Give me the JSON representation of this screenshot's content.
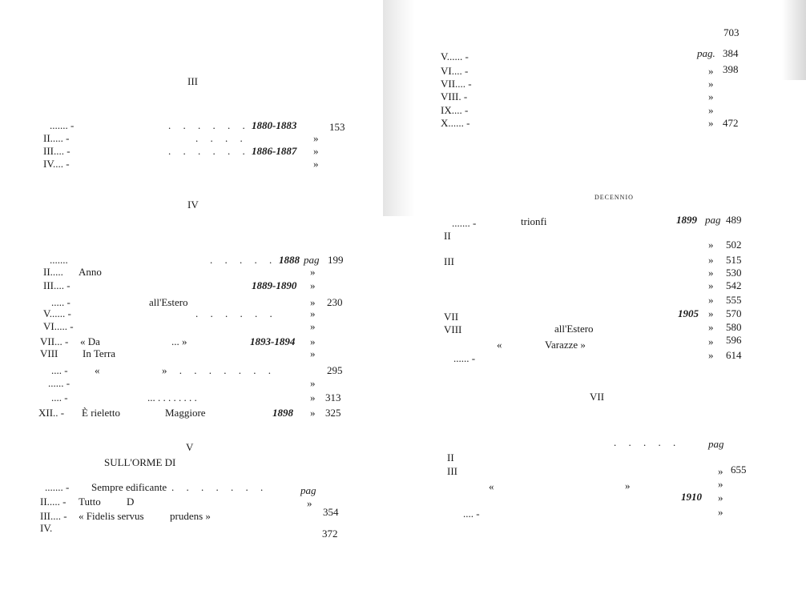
{
  "page_number": "703",
  "left_page": {
    "sec3": {
      "heading": "III",
      "rows": [
        {
          "label": "....... -",
          "dots": ". . . . . .",
          "years": "1880-1883",
          "page": "153"
        },
        {
          "label": "II..... -",
          "dots": ". . . .",
          "marker": "»"
        },
        {
          "label": "III.... -",
          "dots": ". . . . . .",
          "years": "1886-1887",
          "marker": "»"
        },
        {
          "label": "IV.... -",
          "marker": "»"
        }
      ]
    },
    "sec4": {
      "heading": "IV",
      "rows": [
        {
          "label": ".......",
          "dots": ". . . . .",
          "years": "1888",
          "pag": "pag",
          "page": "199"
        },
        {
          "label": "II.....",
          "text": "Anno",
          "marker": "»"
        },
        {
          "label": "III.... -",
          "years": "1889-1890",
          "marker": "»"
        },
        {
          "label": "..... -",
          "text": "all'Estero",
          "marker": "»",
          "page": "230"
        },
        {
          "label": "V...... -",
          "dots": ". . . . . .",
          "marker": "»"
        },
        {
          "label": "VI..... -",
          "marker": "»"
        },
        {
          "label": "VII... -",
          "text": "« Da",
          "dots": "... »",
          "years": "1893-1894",
          "marker": "»"
        },
        {
          "label": "VIII",
          "text": "In Terra",
          "marker": "»"
        },
        {
          "label": ".... -",
          "text": "«",
          "dots": "» . . . . . . .",
          "page": "295"
        },
        {
          "label": "...... -",
          "marker": "»"
        },
        {
          "label": ".... -",
          "dots": "... . . . . . . . .",
          "marker": "»",
          "page": "313"
        },
        {
          "label": "XII.. -",
          "text": "È rieletto",
          "text2": "Maggiore",
          "years": "1898",
          "marker": "»",
          "page": "325"
        }
      ]
    },
    "sec5": {
      "heading": "V",
      "title": "SULL'ORME DI",
      "rows": [
        {
          "label": "....... -",
          "text": "Sempre edificante",
          "dots": ". . . . . . .",
          "pag": "pag"
        },
        {
          "label": "II..... -",
          "text": "Tutto",
          "text2": "D",
          "marker": "»"
        },
        {
          "label": "III.... -",
          "text": "« Fidelis servus",
          "text2": "prudens »",
          "page": "354"
        },
        {
          "label": "IV.",
          "page": "372"
        }
      ]
    }
  },
  "right_page": {
    "sec6": {
      "rows": [
        {
          "label": "V...... -",
          "pag": "pag.",
          "page": "384"
        },
        {
          "label": "VI.... -",
          "marker": "»",
          "page": "398"
        },
        {
          "label": "VII.... -",
          "marker": "»"
        },
        {
          "label": "VIII. -",
          "marker": "»"
        },
        {
          "label": "IX.... -",
          "marker": "»"
        },
        {
          "label": "X...... -",
          "marker": "»",
          "page": "472"
        }
      ]
    },
    "decennio": {
      "heading": "DECENNIO",
      "rows": [
        {
          "label": "....... -",
          "text": "trionfi",
          "years": "1899",
          "pag": "pag",
          "page": "489"
        },
        {
          "label": "II"
        },
        {
          "label": "",
          "marker": "»",
          "page": "502"
        },
        {
          "label": "III",
          "marker": "»",
          "page": "515"
        },
        {
          "label": "",
          "marker": "»",
          "page": "530"
        },
        {
          "label": "",
          "marker": "»",
          "page": "542"
        },
        {
          "label": "",
          "marker": "»",
          "page": "555"
        },
        {
          "label": "VII",
          "years": "1905",
          "marker": "»",
          "page": "570"
        },
        {
          "label": "VIII",
          "text": "all'Estero",
          "marker": "»",
          "page": "580"
        },
        {
          "label": "",
          "text": "«",
          "text2": "Varazze »",
          "marker": "»",
          "page": "596"
        },
        {
          "label": "...... -",
          "marker": "»",
          "page": "614"
        }
      ]
    },
    "sec7": {
      "heading": "VII",
      "rows": [
        {
          "dots": ". . . . .",
          "pag": "pag"
        },
        {
          "label": "II"
        },
        {
          "label": "III",
          "marker": "»",
          "page": "655"
        },
        {
          "text": "«",
          "text2": "»",
          "marker": "»"
        },
        {
          "years": "1910",
          "marker": "»"
        },
        {
          "label": ".... -",
          "marker": "»"
        }
      ]
    }
  }
}
